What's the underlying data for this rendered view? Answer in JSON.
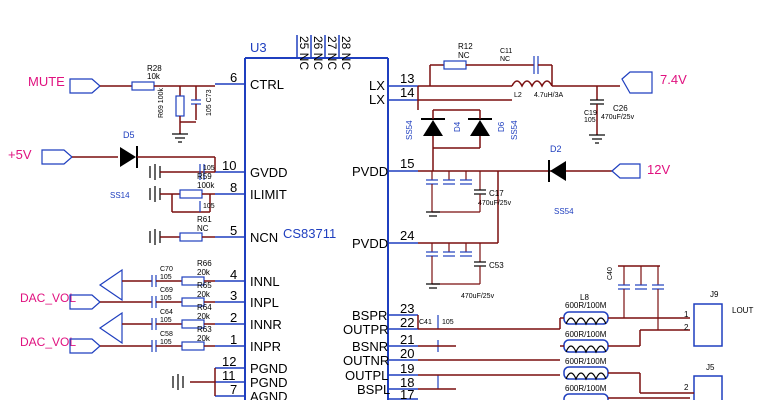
{
  "colors": {
    "wire_dark": "#7a0f0f",
    "wire_blue": "#1f3fbf",
    "net": "#e0117f",
    "ink": "#000000"
  },
  "ic": {
    "ref": "U3",
    "part": "CS83711",
    "top_nc": [
      "25 NC",
      "26 NC",
      "27 NC",
      "28 NC"
    ],
    "left_pins": [
      {
        "num": "6",
        "name": "CTRL"
      },
      {
        "num": "10",
        "name": "GVDD"
      },
      {
        "num": "8",
        "name": "ILIMIT"
      },
      {
        "num": "5",
        "name": "NCN"
      },
      {
        "num": "4",
        "name": "INNL"
      },
      {
        "num": "3",
        "name": "INPL"
      },
      {
        "num": "2",
        "name": "INNR"
      },
      {
        "num": "1",
        "name": "INPR"
      },
      {
        "num": "12",
        "name": "PGND"
      },
      {
        "num": "11",
        "name": "PGND"
      },
      {
        "num": "7",
        "name": "AGND"
      }
    ],
    "right_pins": [
      {
        "num": "13",
        "name": "LX"
      },
      {
        "num": "14",
        "name": "LX"
      },
      {
        "num": "15",
        "name": "PVDD"
      },
      {
        "num": "24",
        "name": "PVDD"
      },
      {
        "num": "23",
        "name": "BSPR"
      },
      {
        "num": "22",
        "name": "OUTPR"
      },
      {
        "num": "21",
        "name": "BSNR"
      },
      {
        "num": "20",
        "name": "OUTNR"
      },
      {
        "num": "19",
        "name": "OUTPL"
      },
      {
        "num": "18",
        "name": "BSPL"
      },
      {
        "num": "17",
        "name": ""
      }
    ]
  },
  "nets": {
    "mute": "MUTE",
    "v5": "+5V",
    "dac1": "DAC_VOL",
    "dac2": "DAC_VOL",
    "v74": "7.4V",
    "v12": "12V"
  },
  "parts": {
    "r28_ref": "R28",
    "r28_val": "10k",
    "r69_ref": "R69",
    "r69_val": "100k",
    "c73": "105 C73",
    "d5_ref": "D5",
    "d5_val": "SS14",
    "c_gvdd": "105",
    "r59_ref": "R59",
    "r59_val": "100k",
    "c_ilim": "105",
    "r61_ref": "R61",
    "r61_val": "NC",
    "c70": "C70",
    "c70_val": "105",
    "r66": "R66",
    "r66_val": "20k",
    "c69": "C69",
    "c69_val": "105",
    "r65": "R65",
    "r65_val": "20k",
    "c64": "C64",
    "c64_val": "105",
    "r64": "R64",
    "r64_val": "20k",
    "c58": "C58",
    "c58_val": "105",
    "r63": "R63",
    "r63_val": "20k",
    "r12_ref": "R12",
    "r12_val": "NC",
    "c11_ref": "C11",
    "c11_val": "NC",
    "l2": "L2",
    "l2_val": "4.7uH/3A",
    "c26": "C26",
    "c26_val": "470uF/25v",
    "c19": "C19",
    "c19_val": "105",
    "ss54a": "SS54",
    "d4": "D4",
    "d6": "D6",
    "ss54b": "SS54",
    "d2": "D2",
    "ss54c": "SS54",
    "c17": "C17",
    "c17_val": "470uF/25v",
    "c53": "C53",
    "c53_val": "470uF/25v",
    "c41": "C41",
    "c_bs": "105",
    "c40": "C40",
    "l8": "L8",
    "l8_val": "600R/100M",
    "f2_val": "600R/100M",
    "f3_val": "600R/100M",
    "f4_val": "600R/100M",
    "j9": "J9",
    "lout": "LOUT",
    "j5": "J5",
    "j9_p1": "1",
    "j9_p2": "2",
    "j5_p2": "2"
  }
}
